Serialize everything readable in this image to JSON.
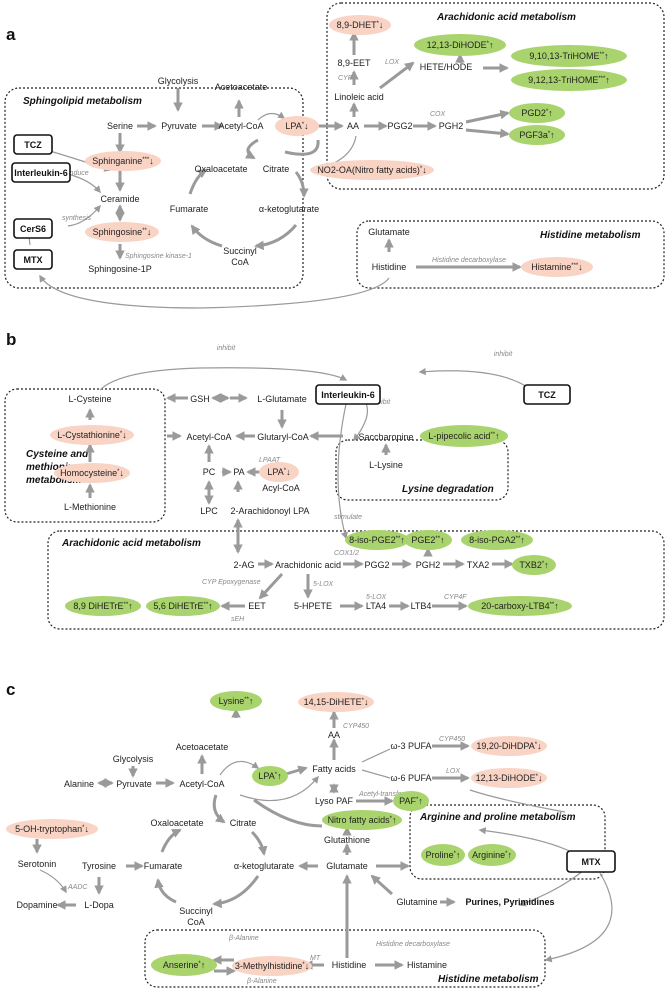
{
  "a": {
    "panel": "a",
    "titles": {
      "arach": "Arachidonic acid metabolism",
      "sphingo": "Sphingolipid metabolism",
      "histidine": "Histidine metabolism"
    },
    "drugs": {
      "tcz": "TCZ",
      "il6": "Interleukin-6",
      "cers6": "CerS6",
      "mtx": "MTX"
    },
    "nodes": {
      "glycolysis": "Glycolysis",
      "acetoacetate": "Acetoacetate",
      "serine": "Serine",
      "pyruvate": "Pyruvate",
      "acetylcoa": "Acetyl-CoA",
      "ceramide": "Ceramide",
      "sphingosine1p": "Sphingosine-1P",
      "oxaloacetate": "Oxaloacetate",
      "citrate": "Citrate",
      "fumarate": "Fumarate",
      "aketo": "α-ketoglutarate",
      "succinyl1": "Succinyl",
      "succinyl2": "CoA",
      "eet": "8,9-EET",
      "linoleic": "Linoleic acid",
      "hete": "HETE/HODE",
      "aa": "AA",
      "pgg2": "PGG2",
      "pgh2": "PGH2",
      "glutamate": "Glutamate",
      "histidine": "Histidine"
    },
    "edges": {
      "cyp": "CYP",
      "lox": "LOX",
      "cox": "COX",
      "induce": "induce",
      "synthesis": "synthesis",
      "sk1": "Sphingosine kinase-1",
      "hdc": "Histidine decarboxylase"
    },
    "pink": {
      "dhet": "8,9-DHET",
      "sphinganine": "Sphinganine",
      "lpa": "LPA",
      "sphingosine": "Sphingosine",
      "no2oa": "NO2-OA(Nitro fatty acids)",
      "histamine": "Histamine"
    },
    "green": {
      "dihode": "12,13-DiHODE",
      "trihome1": "9,10,13-TriHOME",
      "trihome2": "9,12,13-TriHOME",
      "pgd2": "PGD2",
      "pgf3a": "PGF3a"
    },
    "marks": {
      "dhet": "*",
      "dihode": "*",
      "trihome1": "**",
      "trihome2": "***",
      "pgd2": "*",
      "pgf3a": "*",
      "sphinganine": "***",
      "lpa": "*",
      "sphingosine": "**",
      "no2oa": "*",
      "histamine": "***"
    }
  },
  "b": {
    "panel": "b",
    "titles": {
      "cys1": "Cysteine and",
      "cys2": "methionine",
      "cys3": "metabolism",
      "lys": "Lysine degradation",
      "arach": "Arachidonic acid metabolism"
    },
    "drugs": {
      "il6": "Interleukin-6",
      "tcz": "TCZ"
    },
    "nodes": {
      "lcysteine": "L-Cysteine",
      "lmethionine": "L-Methionine",
      "gsh": "GSH",
      "lglutamate": "L-Glutamate",
      "acetylcoa": "Acetyl-CoA",
      "glutaryl": "Glutaryl-CoA",
      "saccharopine": "Saccharopine",
      "llysine": "L-Lysine",
      "pc": "PC",
      "pa": "PA",
      "lpc": "LPC",
      "acylcoa": "Acyl-CoA",
      "ag2lpa": "2-Arachidonoyl LPA",
      "ag2": "2-AG",
      "arach": "Arachidonic acid",
      "pgg2": "PGG2",
      "pgh2": "PGH2",
      "txa2": "TXA2",
      "eet": "EET",
      "hpete": "5-HPETE",
      "lta4": "LTA4",
      "ltb4": "LTB4"
    },
    "edges": {
      "inhibit1": "inhibit",
      "inhibit2": "inhibit",
      "inhibit3": "inhibit",
      "stimulate": "stimulate",
      "lpaat": "LPAAT",
      "cox12": "COX1/2",
      "cypepox": "CYP Epoxygenase",
      "lox5a": "5-LOX",
      "lox5b": "5-LOX",
      "cyp4f": "CYP4F",
      "seh": "sEH"
    },
    "pink": {
      "cystathionine": "L-Cystathionine",
      "homocysteine": "Homocysteine",
      "lpa": "LPA"
    },
    "green": {
      "pipecolic": "L-pipecolic acid",
      "isopge2": "8-iso-PGE2",
      "pge2": "PGE2",
      "isopga2": "8-iso-PGA2",
      "txb2": "TXB2",
      "diheter89": "8,9 DiHETrE",
      "diheter56": "5,6 DiHETrE",
      "carboxyltb4": "20-carboxy-LTB4"
    },
    "marks": {
      "cystathionine": "*",
      "homocysteine": "*",
      "lpa": "*",
      "pipecolic": "**",
      "isopge2": "**",
      "pge2": "**",
      "isopga2": "**",
      "txb2": "*",
      "diheter89": "**",
      "diheter56": "**",
      "carboxyltb4": "**"
    }
  },
  "c": {
    "panel": "c",
    "titles": {
      "argpro": "Arginine and proline metabolism",
      "histidine": "Histidine metabolism"
    },
    "drugs": {
      "mtx": "MTX"
    },
    "nodes": {
      "glycolysis": "Glycolysis",
      "acetoacetate": "Acetoacetate",
      "alanine": "Alanine",
      "pyruvate": "Pyruvate",
      "acetylcoa": "Acetyl-CoA",
      "fattyacids": "Fatty acids",
      "aa": "AA",
      "w3": "ω-3 PUFA",
      "w6": "ω-6 PUFA",
      "lysopaf": "Lyso PAF",
      "oxaloacetate": "Oxaloacetate",
      "citrate": "Citrate",
      "serotonin": "Serotonin",
      "tyrosine": "Tyrosine",
      "fumarate": "Fumarate",
      "aketo": "α-ketoglutarate",
      "glutathione": "Glutathione",
      "glutamate": "Glutamate",
      "dopamine": "Dopamine",
      "ldopa": "L-Dopa",
      "succinyl1": "Succinyl",
      "succinyl2": "CoA",
      "glutamine": "Glutamine",
      "purines": "Purines, Pyrimidines",
      "histidine": "Histidine",
      "histamine": "Histamine"
    },
    "edges": {
      "cyp450a": "CYP450",
      "cyp450b": "CYP450",
      "lox": "LOX",
      "acetyltrans": "Acetyl-transferase",
      "aadc": "AADC",
      "balanine1": "β-Alanine",
      "balanine2": "β-Alanine",
      "mt": "MT",
      "hdc": "Histidine decarboxylase"
    },
    "pink": {
      "dihete": "14,15-DiHETE",
      "dihdpa": "19,20-DiHDPA",
      "dihode": "12,13-DiHODE",
      "ohtryp": "5-OH-tryptophan",
      "methylhis": "3-Methylhistidine"
    },
    "green": {
      "lysine": "Lysine",
      "lpa": "LPA",
      "paf": "PAF",
      "nitro": "Nitro fatty acids",
      "proline": "Proline",
      "arginine": "Arginine",
      "anserine": "Anserine"
    },
    "marks": {
      "lysine": "**",
      "dihete": "*",
      "dihdpa": "*",
      "dihode": "*",
      "lpa": "*",
      "paf": "*",
      "nitro": "*",
      "ohtryp": "*",
      "proline": "*",
      "arginine": "*",
      "anserine": "*",
      "methylhis": "*"
    }
  },
  "arrows": {
    "up": "↑",
    "down": "↓"
  }
}
